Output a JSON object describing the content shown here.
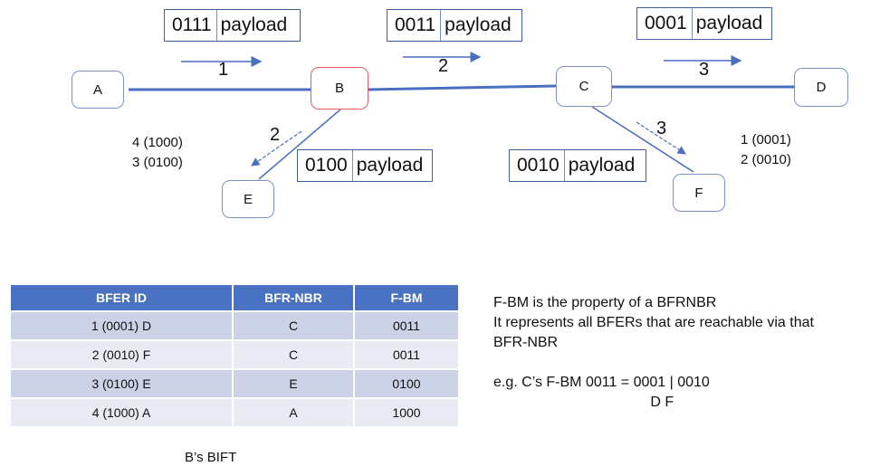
{
  "nodes": [
    {
      "id": "A",
      "label": "A",
      "highlight": false
    },
    {
      "id": "B",
      "label": "B",
      "highlight": true
    },
    {
      "id": "C",
      "label": "C",
      "highlight": false
    },
    {
      "id": "D",
      "label": "D",
      "highlight": false
    },
    {
      "id": "E",
      "label": "E",
      "highlight": false
    },
    {
      "id": "F",
      "label": "F",
      "highlight": false
    }
  ],
  "packets": [
    {
      "bits": "0111",
      "label": "payload"
    },
    {
      "bits": "0011",
      "label": "payload"
    },
    {
      "bits": "0001",
      "label": "payload"
    },
    {
      "bits": "0100",
      "label": "payload"
    },
    {
      "bits": "0010",
      "label": "payload"
    }
  ],
  "steps": [
    "1",
    "2",
    "3",
    "2",
    "3"
  ],
  "bit_labels_left": [
    "4 (1000)",
    "3 (0100)"
  ],
  "bit_labels_right": [
    "1 (0001)",
    "2 (0010)"
  ],
  "colors": {
    "link": "#4a6fc0",
    "node_border": "#7b93c4",
    "highlight": "#e05a5a",
    "header": "#4a72c2"
  },
  "table": {
    "headers": [
      "BFER ID",
      "BFR-NBR",
      "F-BM"
    ],
    "rows": [
      [
        "1 (0001) D",
        "C",
        "0011"
      ],
      [
        "2 (0010) F",
        "C",
        "0011"
      ],
      [
        "3 (0100) E",
        "E",
        "0100"
      ],
      [
        "4 (1000) A",
        "A",
        "1000"
      ]
    ],
    "caption": "B’s BIFT"
  },
  "notes": [
    "F-BM is the property of a BFRNBR",
    "It represents all BFERs that are reachable via that",
    "BFR-NBR",
    "",
    "e.g. C’s F-BM 0011 = 0001 | 0010",
    "                                       D F"
  ]
}
